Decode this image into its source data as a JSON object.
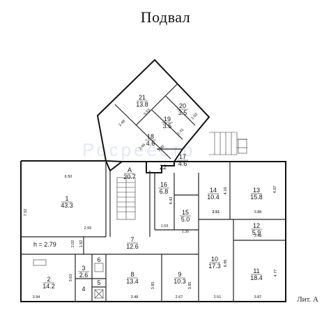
{
  "title": "Подвал",
  "corner_label": "Лит. А",
  "watermark": "Росреестр",
  "ceiling_height": "h = 2.79",
  "colors": {
    "line": "#111111",
    "wall": "#222222",
    "watermark": "#cdd6e6",
    "background": "#ffffff"
  },
  "rooms": [
    {
      "num": "1",
      "area": "43.3"
    },
    {
      "num": "2",
      "area": "14.2"
    },
    {
      "num": "3",
      "area": "2.6"
    },
    {
      "num": "4",
      "area": ""
    },
    {
      "num": "5",
      "area": ""
    },
    {
      "num": "6",
      "area": ""
    },
    {
      "num": "7",
      "area": "12.6"
    },
    {
      "num": "8",
      "area": "13.4"
    },
    {
      "num": "9",
      "area": "10.3"
    },
    {
      "num": "10",
      "area": "17.3"
    },
    {
      "num": "11",
      "area": "18.4"
    },
    {
      "num": "12",
      "area": "5.9"
    },
    {
      "num": "13",
      "area": "15.8"
    },
    {
      "num": "14",
      "area": "10.4"
    },
    {
      "num": "15",
      "area": "5.0"
    },
    {
      "num": "16",
      "area": "6.8"
    },
    {
      "num": "17",
      "area": "4.6"
    },
    {
      "num": "18",
      "area": "4.6"
    },
    {
      "num": "19",
      "area": "3.5"
    },
    {
      "num": "20",
      "area": "3.5"
    },
    {
      "num": "21",
      "area": "13.8"
    },
    {
      "num": "22",
      "area": ""
    },
    {
      "num": "A",
      "area": "20.7"
    }
  ],
  "dimensions": [
    "6.50",
    "7.52",
    "2.55",
    "2.02",
    "1.92",
    "3.63",
    "3.94",
    "3.48",
    "3.85",
    "2.67",
    "3.85",
    "2.51",
    "6.96",
    "2.51",
    "3.87",
    "4.77",
    "3.48",
    "3.88",
    "4.07",
    "4.16",
    "2.51",
    "1.35",
    "1.53",
    "4.43",
    "5.53",
    "2.48",
    "1.62",
    "1.41",
    "1.90",
    "2.46"
  ]
}
